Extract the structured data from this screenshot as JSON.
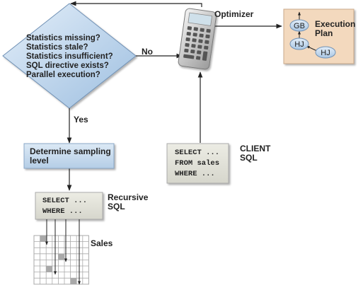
{
  "decision": {
    "questions": [
      "Statistics missing?",
      "Statistics stale?",
      "Statistics insufficient?",
      "SQL directive exists?",
      "Parallel execution?"
    ],
    "no_label": "No",
    "yes_label": "Yes"
  },
  "optimizer": {
    "label": "Optimizer"
  },
  "execution_plan": {
    "label_lines": [
      "Execution",
      "Plan"
    ],
    "nodes": [
      "GB",
      "HJ",
      "HJ"
    ]
  },
  "sampling": {
    "label_lines": [
      "Determine sampling",
      "level"
    ]
  },
  "client_sql": {
    "code_lines": [
      "SELECT ...",
      "FROM sales",
      "WHERE ..."
    ],
    "label_lines": [
      "CLIENT",
      "SQL"
    ]
  },
  "recursive_sql": {
    "code_lines": [
      "SELECT ...",
      "WHERE ..."
    ],
    "label_lines": [
      "Recursive",
      "SQL"
    ]
  },
  "sales_table": {
    "label": "Sales"
  },
  "colors": {
    "diamond_light": "#dbe9f7",
    "diamond_dark": "#8fb2d6",
    "sampling_box": "#c9dcef",
    "code_box": "#e3e3da",
    "plan_box": "#f3d9be",
    "node_fill": "#c5d9ee",
    "grid_line": "#aaaaaa",
    "sample_cell": "#a9a9a9"
  }
}
